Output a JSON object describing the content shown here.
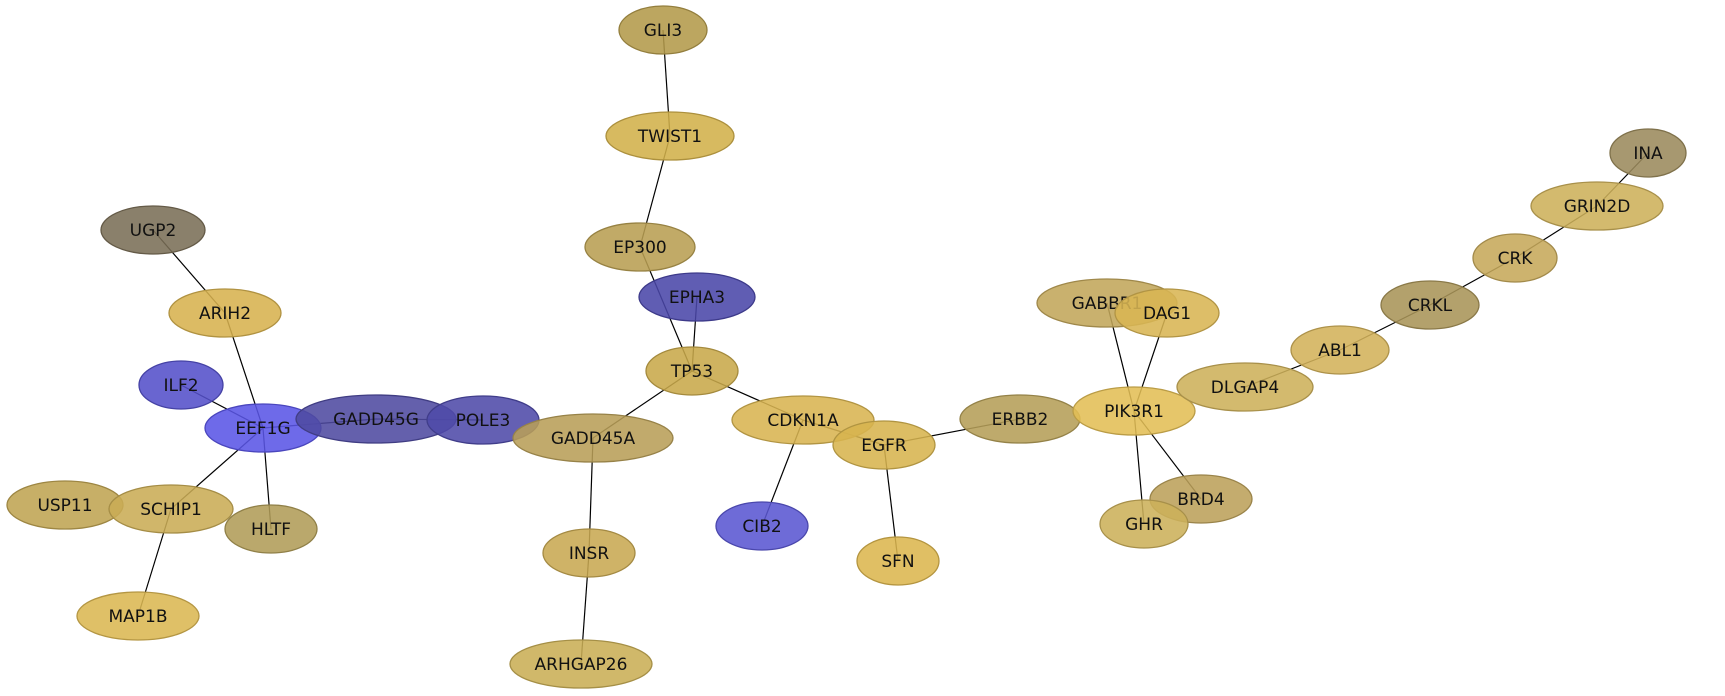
{
  "graph": {
    "nodes": [
      {
        "id": "GLI3",
        "label": "GLI3",
        "fill": "#b39a4a"
      },
      {
        "id": "TWIST1",
        "label": "TWIST1",
        "fill": "#d2b04a"
      },
      {
        "id": "EP300",
        "label": "EP300",
        "fill": "#b89e52"
      },
      {
        "id": "EPHA3",
        "label": "EPHA3",
        "fill": "#4a47a8"
      },
      {
        "id": "TP53",
        "label": "TP53",
        "fill": "#c8a84a"
      },
      {
        "id": "UGP2",
        "label": "UGP2",
        "fill": "#7a6e56"
      },
      {
        "id": "ARIH2",
        "label": "ARIH2",
        "fill": "#d7b24f"
      },
      {
        "id": "ILF2",
        "label": "ILF2",
        "fill": "#5450c9"
      },
      {
        "id": "EEF1G",
        "label": "EEF1G",
        "fill": "#5a55e6"
      },
      {
        "id": "GADD45G",
        "label": "GADD45G",
        "fill": "#4e4aa0"
      },
      {
        "id": "POLE3",
        "label": "POLE3",
        "fill": "#4e4aa8"
      },
      {
        "id": "GADD45A",
        "label": "GADD45A",
        "fill": "#b89e58"
      },
      {
        "id": "CDKN1A",
        "label": "CDKN1A",
        "fill": "#d8b451"
      },
      {
        "id": "EGFR",
        "label": "EGFR",
        "fill": "#d7b44f"
      },
      {
        "id": "CIB2",
        "label": "CIB2",
        "fill": "#5a57d2"
      },
      {
        "id": "SFN",
        "label": "SFN",
        "fill": "#dcb64e"
      },
      {
        "id": "INSR",
        "label": "INSR",
        "fill": "#c8a852"
      },
      {
        "id": "ARHGAP26",
        "label": "ARHGAP26",
        "fill": "#c9ae55"
      },
      {
        "id": "USP11",
        "label": "USP11",
        "fill": "#bfa452"
      },
      {
        "id": "SCHIP1",
        "label": "SCHIP1",
        "fill": "#c9ac55"
      },
      {
        "id": "HLTF",
        "label": "HLTF",
        "fill": "#b09c58"
      },
      {
        "id": "MAP1B",
        "label": "MAP1B",
        "fill": "#dbb752"
      },
      {
        "id": "ERBB2",
        "label": "ERBB2",
        "fill": "#b59e58"
      },
      {
        "id": "GABBR1",
        "label": "GABBR1",
        "fill": "#c2a65a"
      },
      {
        "id": "DAG1",
        "label": "DAG1",
        "fill": "#d8b553"
      },
      {
        "id": "PIK3R1",
        "label": "PIK3R1",
        "fill": "#e3be55"
      },
      {
        "id": "BRD4",
        "label": "BRD4",
        "fill": "#bca15a"
      },
      {
        "id": "GHR",
        "label": "GHR",
        "fill": "#ccb05a"
      },
      {
        "id": "DLGAP4",
        "label": "DLGAP4",
        "fill": "#cdb05a"
      },
      {
        "id": "ABL1",
        "label": "ABL1",
        "fill": "#d3b25a"
      },
      {
        "id": "CRKL",
        "label": "CRKL",
        "fill": "#a89458"
      },
      {
        "id": "CRK",
        "label": "CRK",
        "fill": "#c6a85a"
      },
      {
        "id": "GRIN2D",
        "label": "GRIN2D",
        "fill": "#cdb05a"
      },
      {
        "id": "INA",
        "label": "INA",
        "fill": "#9b8a5c"
      }
    ],
    "edges": [
      [
        "GLI3",
        "TWIST1"
      ],
      [
        "TWIST1",
        "EP300"
      ],
      [
        "EP300",
        "TP53"
      ],
      [
        "EPHA3",
        "TP53"
      ],
      [
        "TP53",
        "GADD45A"
      ],
      [
        "TP53",
        "CDKN1A"
      ],
      [
        "UGP2",
        "ARIH2"
      ],
      [
        "ARIH2",
        "EEF1G"
      ],
      [
        "ILF2",
        "EEF1G"
      ],
      [
        "EEF1G",
        "SCHIP1"
      ],
      [
        "EEF1G",
        "HLTF"
      ],
      [
        "EEF1G",
        "GADD45G"
      ],
      [
        "GADD45G",
        "POLE3"
      ],
      [
        "GADD45A",
        "INSR"
      ],
      [
        "INSR",
        "ARHGAP26"
      ],
      [
        "SCHIP1",
        "MAP1B"
      ],
      [
        "CDKN1A",
        "CIB2"
      ],
      [
        "CDKN1A",
        "EGFR"
      ],
      [
        "EGFR",
        "SFN"
      ],
      [
        "EGFR",
        "ERBB2"
      ],
      [
        "GABBR1",
        "PIK3R1"
      ],
      [
        "DAG1",
        "PIK3R1"
      ],
      [
        "PIK3R1",
        "BRD4"
      ],
      [
        "PIK3R1",
        "GHR"
      ],
      [
        "DLGAP4",
        "ABL1"
      ],
      [
        "ABL1",
        "CRKL"
      ],
      [
        "CRKL",
        "CRK"
      ],
      [
        "CRK",
        "GRIN2D"
      ],
      [
        "GRIN2D",
        "INA"
      ]
    ]
  }
}
